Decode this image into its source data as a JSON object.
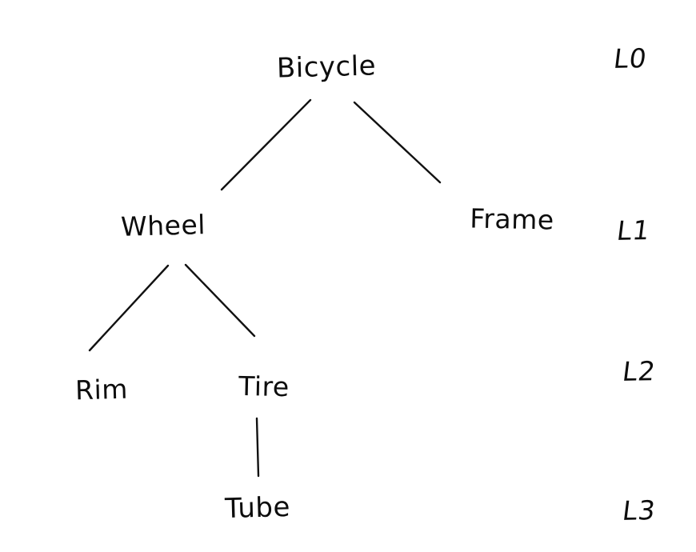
{
  "diagram": {
    "type": "tree",
    "background": "#ffffff",
    "ink_color": "#111111",
    "nodes": [
      {
        "id": "bicycle",
        "label": "Bicycle",
        "level": 0
      },
      {
        "id": "wheel",
        "label": "Wheel",
        "level": 1
      },
      {
        "id": "frame",
        "label": "Frame",
        "level": 1
      },
      {
        "id": "rim",
        "label": "Rim",
        "level": 2
      },
      {
        "id": "tire",
        "label": "Tire",
        "level": 2
      },
      {
        "id": "tube",
        "label": "Tube",
        "level": 3
      }
    ],
    "edges": [
      {
        "from": "bicycle",
        "to": "wheel"
      },
      {
        "from": "bicycle",
        "to": "frame"
      },
      {
        "from": "wheel",
        "to": "rim"
      },
      {
        "from": "wheel",
        "to": "tire"
      },
      {
        "from": "tire",
        "to": "tube"
      }
    ],
    "level_labels": [
      {
        "label": "L0"
      },
      {
        "label": "L1"
      },
      {
        "label": "L2"
      },
      {
        "label": "L3"
      }
    ]
  }
}
